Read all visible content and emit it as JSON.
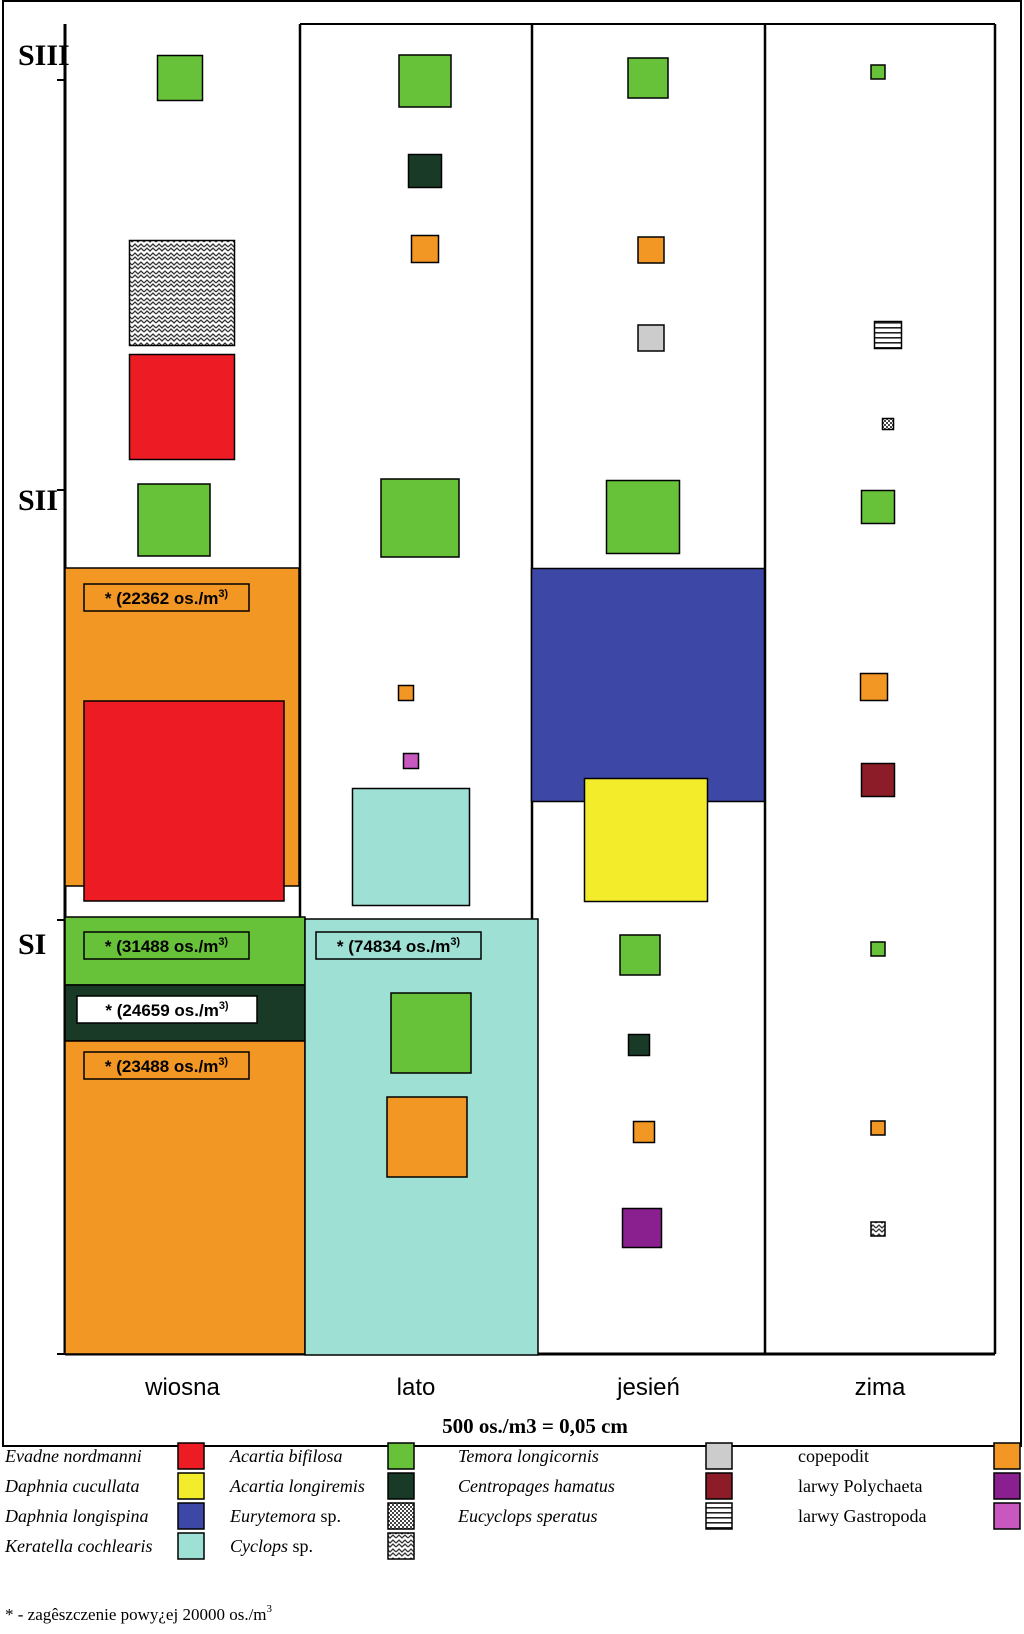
{
  "chart_data": {
    "type": "symbol-matrix",
    "unit_note": "500 os./m3 = 0,05 cm",
    "y_labels": [
      "SIII",
      "SII",
      "SI"
    ],
    "seasons": [
      "wiosna",
      "lato",
      "jesień",
      "zima"
    ],
    "footnote": "* - zagêszczenie powy¿ej 20000 os./m",
    "footnote_sup": "3",
    "taxa": [
      {
        "key": "evadne",
        "name": "Evadne nordmanni",
        "color": "#ed1c24",
        "pattern": "solid",
        "italic": true
      },
      {
        "key": "daphnia_c",
        "name": "Daphnia cucullata",
        "color": "#f2ec2b",
        "pattern": "solid",
        "italic": true
      },
      {
        "key": "daphnia_l",
        "name": "Daphnia longispina",
        "color": "#3d47a6",
        "pattern": "solid",
        "italic": true
      },
      {
        "key": "keratella",
        "name": "Keratella cochlearis",
        "color": "#9ee0d4",
        "pattern": "solid",
        "italic": true
      },
      {
        "key": "acartia_b",
        "name": "Acartia bifilosa",
        "color": "#67c23a",
        "pattern": "solid",
        "italic": true
      },
      {
        "key": "acartia_l",
        "name": "Acartia longiremis",
        "color": "#1a3a28",
        "pattern": "solid",
        "italic": true
      },
      {
        "key": "eurytemora",
        "name": "Eurytemora",
        "suffix": " sp.",
        "color": "#888888",
        "pattern": "dots",
        "italic": true
      },
      {
        "key": "cyclops",
        "name": "Cyclops",
        "suffix": " sp.",
        "color": "#444444",
        "pattern": "waves",
        "italic": true
      },
      {
        "key": "temora",
        "name": "Temora longicornis",
        "color": "#cccccc",
        "pattern": "solid",
        "italic": true
      },
      {
        "key": "centropages",
        "name": "Centropages hamatus",
        "color": "#8b1c28",
        "pattern": "solid",
        "italic": true
      },
      {
        "key": "eucyclops",
        "name": "Eucyclops speratus",
        "color": "#ffffff",
        "pattern": "hlines",
        "italic": true
      },
      {
        "key": "copepodit",
        "name": "copepodit",
        "color": "#f29624",
        "pattern": "solid",
        "italic": false
      },
      {
        "key": "polychaeta",
        "name": "larwy Polychaeta",
        "color": "#8a2090",
        "pattern": "solid",
        "italic": false
      },
      {
        "key": "gastropoda",
        "name": "larwy Gastropoda",
        "color": "#c857c0",
        "pattern": "solid",
        "italic": false
      }
    ],
    "symbols": [
      {
        "season": "wiosna",
        "station": "SIII",
        "taxon": "acartia_b",
        "side_cm": 0.45
      },
      {
        "season": "wiosna",
        "station": "SIII",
        "taxon": "cyclops",
        "side_cm": 1.05
      },
      {
        "season": "wiosna",
        "station": "SIII",
        "taxon": "evadne",
        "side_cm": 1.05
      },
      {
        "season": "wiosna",
        "station": "SII",
        "taxon": "acartia_b",
        "side_cm": 0.72
      },
      {
        "season": "wiosna",
        "station": "SII",
        "taxon": "copepodit",
        "value": 22362,
        "capped": true,
        "label": "* (22362 os./m",
        "label_sup": "3)"
      },
      {
        "season": "wiosna",
        "station": "SII",
        "taxon": "evadne",
        "side_cm": 2.0
      },
      {
        "season": "wiosna",
        "station": "SI",
        "taxon": "acartia_b",
        "value": 31488,
        "capped": true,
        "label": "* (31488 os./m",
        "label_sup": "3)"
      },
      {
        "season": "wiosna",
        "station": "SI",
        "taxon": "acartia_l",
        "value": 24659,
        "capped": true,
        "label": "* (24659 os./m",
        "label_sup": "3)"
      },
      {
        "season": "wiosna",
        "station": "SI",
        "taxon": "copepodit",
        "value": 23488,
        "capped": true,
        "label": "* (23488 os./m",
        "label_sup": "3)"
      },
      {
        "season": "lato",
        "station": "SIII",
        "taxon": "acartia_b",
        "side_cm": 0.52
      },
      {
        "season": "lato",
        "station": "SIII",
        "taxon": "acartia_l",
        "side_cm": 0.33
      },
      {
        "season": "lato",
        "station": "SIII",
        "taxon": "copepodit",
        "side_cm": 0.27
      },
      {
        "season": "lato",
        "station": "SII",
        "taxon": "acartia_b",
        "side_cm": 0.78
      },
      {
        "season": "lato",
        "station": "SII",
        "taxon": "copepodit",
        "side_cm": 0.15
      },
      {
        "season": "lato",
        "station": "SII",
        "taxon": "gastropoda",
        "side_cm": 0.15
      },
      {
        "season": "lato",
        "station": "SII",
        "taxon": "keratella",
        "side_cm": 1.17
      },
      {
        "season": "lato",
        "station": "SI",
        "taxon": "keratella",
        "value": 74834,
        "capped": true,
        "label": "* (74834 os./m",
        "label_sup": "3)"
      },
      {
        "season": "lato",
        "station": "SI",
        "taxon": "acartia_b",
        "side_cm": 0.8
      },
      {
        "season": "lato",
        "station": "SI",
        "taxon": "copepodit",
        "side_cm": 0.8
      },
      {
        "season": "jesień",
        "station": "SIII",
        "taxon": "acartia_b",
        "side_cm": 0.4
      },
      {
        "season": "jesień",
        "station": "SIII",
        "taxon": "copepodit",
        "side_cm": 0.26
      },
      {
        "season": "jesień",
        "station": "SIII",
        "taxon": "temora",
        "side_cm": 0.26
      },
      {
        "season": "jesień",
        "station": "SII",
        "taxon": "acartia_b",
        "side_cm": 0.73
      },
      {
        "season": "jesień",
        "station": "SII",
        "taxon": "daphnia_l",
        "side_cm": 2.33
      },
      {
        "season": "jesień",
        "station": "SII",
        "taxon": "daphnia_c",
        "side_cm": 1.23
      },
      {
        "season": "jesień",
        "station": "SI",
        "taxon": "acartia_b",
        "side_cm": 0.4
      },
      {
        "season": "jesień",
        "station": "SI",
        "taxon": "acartia_l",
        "side_cm": 0.21
      },
      {
        "season": "jesień",
        "station": "SI",
        "taxon": "copepodit",
        "side_cm": 0.21
      },
      {
        "season": "jesień",
        "station": "SI",
        "taxon": "polychaeta",
        "side_cm": 0.39
      },
      {
        "season": "zima",
        "station": "SIII",
        "taxon": "acartia_b",
        "side_cm": 0.14
      },
      {
        "season": "zima",
        "station": "SIII",
        "taxon": "eucyclops",
        "side_cm": 0.27
      },
      {
        "season": "zima",
        "station": "SIII",
        "taxon": "eurytemora",
        "side_cm": 0.11
      },
      {
        "season": "zima",
        "station": "SII",
        "taxon": "acartia_b",
        "side_cm": 0.33
      },
      {
        "season": "zima",
        "station": "SII",
        "taxon": "copepodit",
        "side_cm": 0.27
      },
      {
        "season": "zima",
        "station": "SII",
        "taxon": "centropages",
        "side_cm": 0.33
      },
      {
        "season": "zima",
        "station": "SI",
        "taxon": "acartia_b",
        "side_cm": 0.14
      },
      {
        "season": "zima",
        "station": "SI",
        "taxon": "copepodit",
        "side_cm": 0.14
      },
      {
        "season": "zima",
        "station": "SI",
        "taxon": "cyclops",
        "side_cm": 0.14
      }
    ]
  }
}
